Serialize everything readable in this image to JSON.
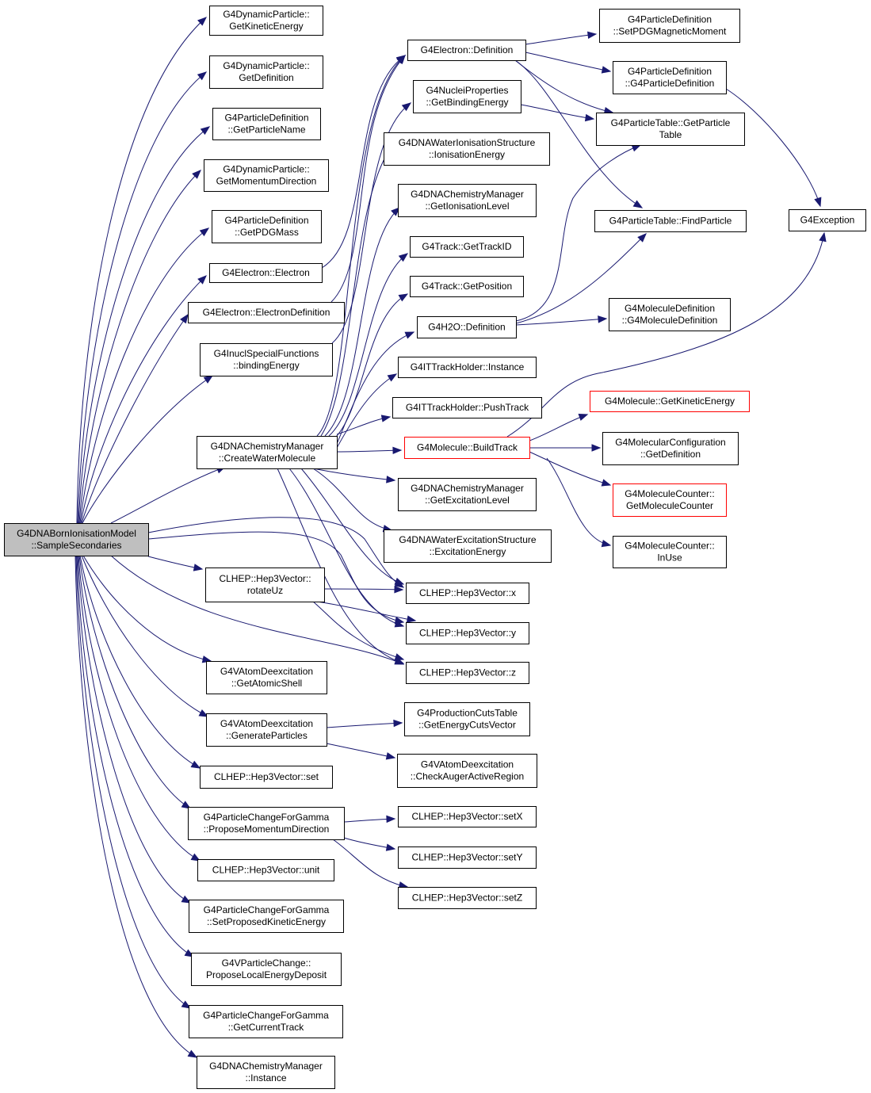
{
  "colors": {
    "edge": "#191970",
    "root_fill": "#bfbfbf",
    "node_fill": "#ffffff",
    "node_border": "#000000",
    "truncated_border": "#ff0000"
  },
  "nodes": {
    "root": {
      "lines": [
        "G4DNABornIonisationModel",
        "::SampleSecondaries"
      ]
    },
    "dp_ke": {
      "lines": [
        "G4DynamicParticle::",
        "GetKineticEnergy"
      ]
    },
    "dp_def": {
      "lines": [
        "G4DynamicParticle::",
        "GetDefinition"
      ]
    },
    "pd_name": {
      "lines": [
        "G4ParticleDefinition",
        "::GetParticleName"
      ]
    },
    "dp_mom": {
      "lines": [
        "G4DynamicParticle::",
        "GetMomentumDirection"
      ]
    },
    "pd_mass": {
      "lines": [
        "G4ParticleDefinition",
        "::GetPDGMass"
      ]
    },
    "el_el": {
      "lines": [
        "G4Electron::Electron"
      ]
    },
    "el_def": {
      "lines": [
        "G4Electron::ElectronDefinition"
      ]
    },
    "inucl": {
      "lines": [
        "G4InuclSpecialFunctions",
        "::bindingEnergy"
      ]
    },
    "cm_cwm": {
      "lines": [
        "G4DNAChemistryManager",
        "::CreateWaterMolecule"
      ]
    },
    "rotuz": {
      "lines": [
        "CLHEP::Hep3Vector::",
        "rotateUz"
      ]
    },
    "va_shell": {
      "lines": [
        "G4VAtomDeexcitation",
        "::GetAtomicShell"
      ]
    },
    "va_gen": {
      "lines": [
        "G4VAtomDeexcitation",
        "::GenerateParticles"
      ]
    },
    "h3_set": {
      "lines": [
        "CLHEP::Hep3Vector::set"
      ]
    },
    "pcg_pmd": {
      "lines": [
        "G4ParticleChangeForGamma",
        "::ProposeMomentumDirection"
      ]
    },
    "h3_unit": {
      "lines": [
        "CLHEP::Hep3Vector::unit"
      ]
    },
    "pcg_ske": {
      "lines": [
        "G4ParticleChangeForGamma",
        "::SetProposedKineticEnergy"
      ]
    },
    "vpc_pled": {
      "lines": [
        "G4VParticleChange::",
        "ProposeLocalEnergyDeposit"
      ]
    },
    "pcg_gct": {
      "lines": [
        "G4ParticleChangeForGamma",
        "::GetCurrentTrack"
      ]
    },
    "cm_inst": {
      "lines": [
        "G4DNAChemistryManager",
        "::Instance"
      ]
    },
    "el_defn": {
      "lines": [
        "G4Electron::Definition"
      ]
    },
    "nuc_be": {
      "lines": [
        "G4NucleiProperties",
        "::GetBindingEnergy"
      ]
    },
    "wis_ie": {
      "lines": [
        "G4DNAWaterIonisationStructure",
        "::IonisationEnergy"
      ]
    },
    "cm_gil": {
      "lines": [
        "G4DNAChemistryManager",
        "::GetIonisationLevel"
      ]
    },
    "tr_id": {
      "lines": [
        "G4Track::GetTrackID"
      ]
    },
    "tr_pos": {
      "lines": [
        "G4Track::GetPosition"
      ]
    },
    "h2o_def": {
      "lines": [
        "G4H2O::Definition"
      ]
    },
    "ith_inst": {
      "lines": [
        "G4ITTrackHolder::Instance"
      ]
    },
    "ith_push": {
      "lines": [
        "G4ITTrackHolder::PushTrack"
      ]
    },
    "mol_bt": {
      "lines": [
        "G4Molecule::BuildTrack"
      ]
    },
    "cm_gel": {
      "lines": [
        "G4DNAChemistryManager",
        "::GetExcitationLevel"
      ]
    },
    "wes_ee": {
      "lines": [
        "G4DNAWaterExcitationStructure",
        "::ExcitationEnergy"
      ]
    },
    "h3_x": {
      "lines": [
        "CLHEP::Hep3Vector::x"
      ]
    },
    "h3_y": {
      "lines": [
        "CLHEP::Hep3Vector::y"
      ]
    },
    "h3_z": {
      "lines": [
        "CLHEP::Hep3Vector::z"
      ]
    },
    "pct_gecv": {
      "lines": [
        "G4ProductionCutsTable",
        "::GetEnergyCutsVector"
      ]
    },
    "va_caar": {
      "lines": [
        "G4VAtomDeexcitation",
        "::CheckAugerActiveRegion"
      ]
    },
    "h3_setx": {
      "lines": [
        "CLHEP::Hep3Vector::setX"
      ]
    },
    "h3_sety": {
      "lines": [
        "CLHEP::Hep3Vector::setY"
      ]
    },
    "h3_setz": {
      "lines": [
        "CLHEP::Hep3Vector::setZ"
      ]
    },
    "pd_spdg": {
      "lines": [
        "G4ParticleDefinition",
        "::SetPDGMagneticMoment"
      ]
    },
    "pd_ctor": {
      "lines": [
        "G4ParticleDefinition",
        "::G4ParticleDefinition"
      ]
    },
    "pt_gp": {
      "lines": [
        "G4ParticleTable::GetParticle",
        "Table"
      ]
    },
    "pt_fp": {
      "lines": [
        "G4ParticleTable::FindParticle"
      ]
    },
    "md_ctor": {
      "lines": [
        "G4MoleculeDefinition",
        "::G4MoleculeDefinition"
      ]
    },
    "mol_gke": {
      "lines": [
        "G4Molecule::GetKineticEnergy"
      ]
    },
    "mc_gd": {
      "lines": [
        "G4MolecularConfiguration",
        "::GetDefinition"
      ]
    },
    "mcnt_gmc": {
      "lines": [
        "G4MoleculeCounter::",
        "GetMoleculeCounter"
      ]
    },
    "mcnt_iu": {
      "lines": [
        "G4MoleculeCounter::",
        "InUse"
      ]
    },
    "g4exc": {
      "lines": [
        "G4Exception"
      ]
    }
  }
}
